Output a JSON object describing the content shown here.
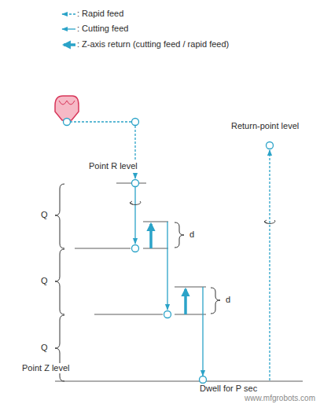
{
  "diagram": {
    "labels": [
      "Return-point level",
      "Point R level",
      "Q",
      "d",
      "Q",
      "d",
      "Q",
      "Point Z level",
      "Dwell for P sec",
      "www.mfgrobots.com"
    ],
    "legend": [
      {
        "text": ": Rapid feed"
      },
      {
        "text": ": Cutting feed"
      },
      {
        "text": ": Z-axis return (cutting feed / rapid feed)"
      }
    ]
  }
}
